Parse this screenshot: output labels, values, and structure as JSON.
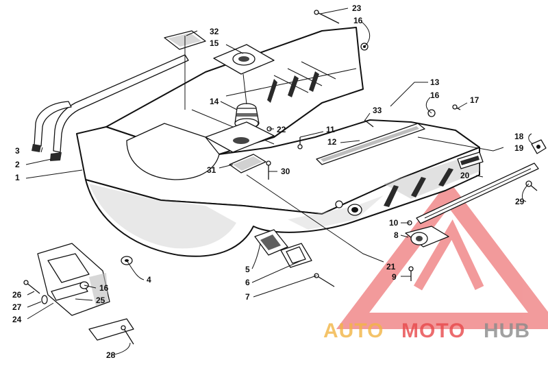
{
  "callouts": [
    {
      "id": "c23",
      "label": "23"
    },
    {
      "id": "c16a",
      "label": "16"
    },
    {
      "id": "c32",
      "label": "32"
    },
    {
      "id": "c15",
      "label": "15"
    },
    {
      "id": "c13",
      "label": "13"
    },
    {
      "id": "c16b",
      "label": "16"
    },
    {
      "id": "c17",
      "label": "17"
    },
    {
      "id": "c14",
      "label": "14"
    },
    {
      "id": "c33",
      "label": "33"
    },
    {
      "id": "c22",
      "label": "22"
    },
    {
      "id": "c11",
      "label": "11"
    },
    {
      "id": "c12",
      "label": "12"
    },
    {
      "id": "c18",
      "label": "18"
    },
    {
      "id": "c19",
      "label": "19"
    },
    {
      "id": "c3",
      "label": "3"
    },
    {
      "id": "c2",
      "label": "2"
    },
    {
      "id": "c1",
      "label": "1"
    },
    {
      "id": "c31",
      "label": "31"
    },
    {
      "id": "c30",
      "label": "30"
    },
    {
      "id": "c20",
      "label": "20"
    },
    {
      "id": "c29",
      "label": "29"
    },
    {
      "id": "c10",
      "label": "10"
    },
    {
      "id": "c8",
      "label": "8"
    },
    {
      "id": "c21",
      "label": "21"
    },
    {
      "id": "c9",
      "label": "9"
    },
    {
      "id": "c4",
      "label": "4"
    },
    {
      "id": "c5",
      "label": "5"
    },
    {
      "id": "c6",
      "label": "6"
    },
    {
      "id": "c7",
      "label": "7"
    },
    {
      "id": "c16c",
      "label": "16"
    },
    {
      "id": "c26",
      "label": "26"
    },
    {
      "id": "c25",
      "label": "25"
    },
    {
      "id": "c27",
      "label": "27"
    },
    {
      "id": "c24",
      "label": "24"
    },
    {
      "id": "c28",
      "label": "28"
    }
  ],
  "watermark": {
    "part1": "AUTO",
    "part2": "MOTO",
    "part3": "HUB",
    "color_orange": "#f2b544",
    "color_red": "#e8484b",
    "color_gray": "#8a8a8a"
  }
}
